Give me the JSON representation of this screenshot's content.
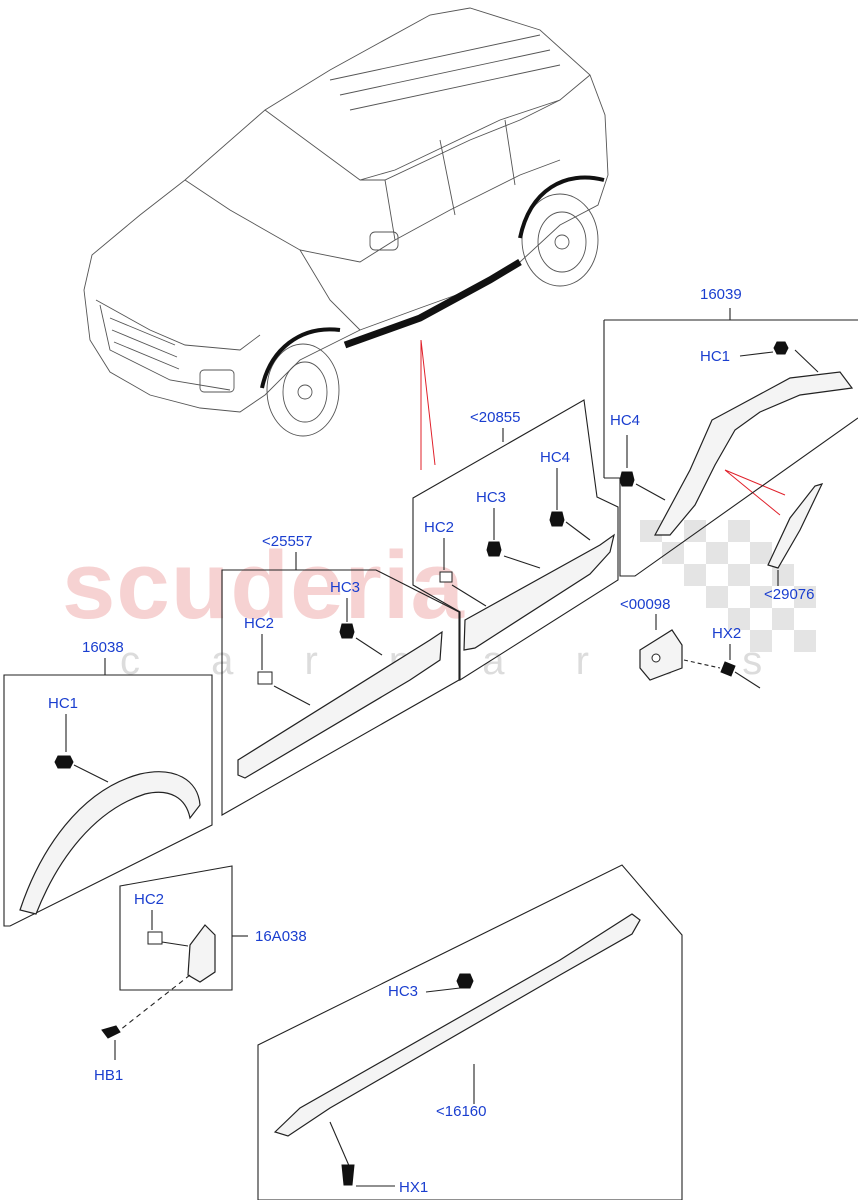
{
  "watermark": {
    "brand": "scuderia",
    "sub": "c a r   p a r t s"
  },
  "labels": {
    "p16039": "16039",
    "hc1_right": "HC1",
    "hc4_right": "HC4",
    "p20855": "<20855",
    "hc4_mid": "HC4",
    "hc3_mid": "HC3",
    "hc2_mid": "HC2",
    "p25557": "<25557",
    "hc3_left": "HC3",
    "hc2_left": "HC2",
    "p29076": "<29076",
    "p00098": "<00098",
    "hx2": "HX2",
    "p16038": "16038",
    "hc1_left": "HC1",
    "hc2_bottom": "HC2",
    "p16A038": "16A038",
    "hb1": "HB1",
    "hc3_bottom": "HC3",
    "p16160": "<16160",
    "hx1": "HX1"
  },
  "colors": {
    "label": "#1a3ecf",
    "accent_line": "#e0202a",
    "watermark": "#f3c4c4"
  }
}
